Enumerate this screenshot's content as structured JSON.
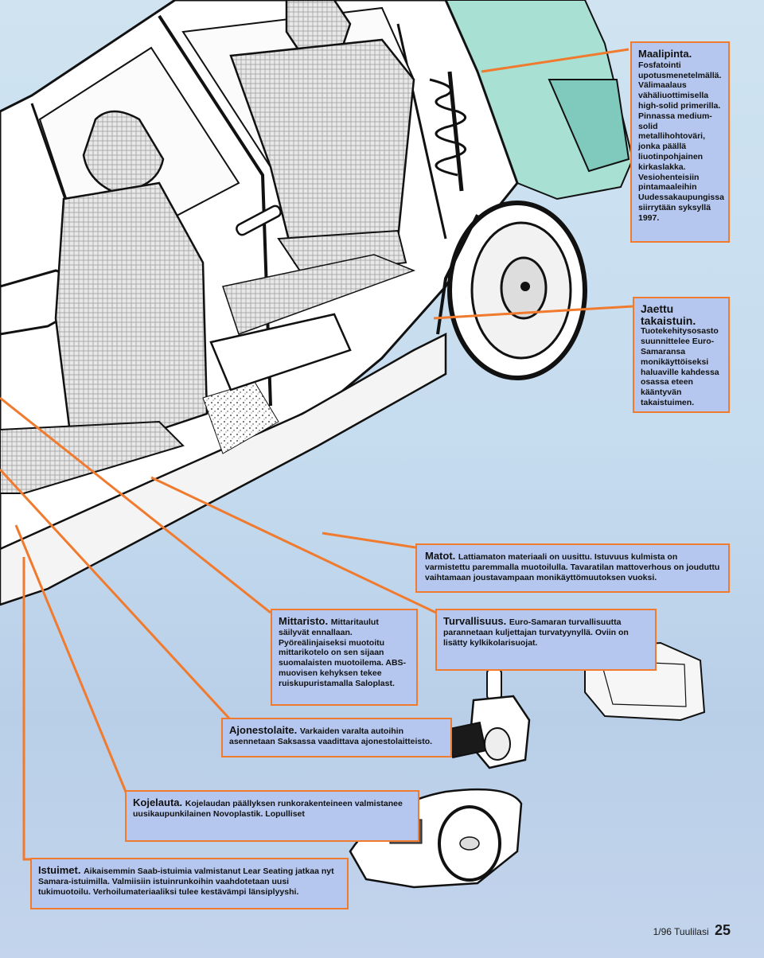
{
  "callouts": {
    "maalipinta": {
      "title": "Maalipinta.",
      "body": "Fosfatointi upotusmenetelmällä. Välimaalaus vähäliuottimisella high-solid primerilla. Pinnassa medium-solid metallihohtoväri, jonka päällä liuotinpohjainen kirkaslakka. Vesiohenteisiin pintamaaleihin Uudessakaupungissa siirrytään syksyllä 1997."
    },
    "takaistuin": {
      "title": "Jaettu takaistuin.",
      "body": "Tuotekehitysosasto suunnittelee Euro-Samaransa monikäyttöiseksi haluaville kahdessa osassa eteen kääntyvän takaistuimen."
    },
    "matot": {
      "title": "Matot.",
      "body": "Lattiamaton materiaali on uusittu. Istuvuus kulmista on varmistettu paremmalla muotoilulla. Tavaratilan mattoverhous on jouduttu vaihtamaan joustavampaan monikäyttömuutoksen vuoksi."
    },
    "mittaristo": {
      "title": "Mittaristo.",
      "body": "Mittaritaulut säilyvät ennallaan. Pyöreälinjaiseksi muotoitu mittarikotelo on sen sijaan suomalaisten muotoilema. ABS-muovisen kehyksen tekee ruiskupuristamalla Saloplast."
    },
    "turvallisuus": {
      "title": "Turvallisuus.",
      "body": "Euro-Samaran turvallisuutta parannetaan kuljettajan turvatyynyllä. Oviin on lisätty kylkikolarisuojat."
    },
    "ajonestolaite": {
      "title": "Ajonestolaite.",
      "body": "Varkaiden varalta autoihin asennetaan Saksassa vaadittava ajonestolaitteisto."
    },
    "kojelauta": {
      "title": "Kojelauta.",
      "body": "Kojelaudan päällyksen runkorakenteineen valmistanee uusikaupunkilainen Novoplastik. Lopulliset"
    },
    "istuimet": {
      "title": "Istuimet.",
      "body": "Aikaisemmin Saab-istuimia valmistanut Lear Seating jatkaa nyt Samara-istuimilla. Valmiisiin istuinrunkoihin vaahdotetaan uusi tukimuotoilu. Verhoilumateriaaliksi tulee kestävämpi länsiplyyshi."
    }
  },
  "footer": {
    "issue": "1/96",
    "magazine": "Tuulilasi",
    "page": "25"
  },
  "colors": {
    "accent": "#f07a2e",
    "callout_bg": "#b5c7ee",
    "car_body": "#ffffff",
    "car_rear_panel": "#a8e0d4"
  }
}
